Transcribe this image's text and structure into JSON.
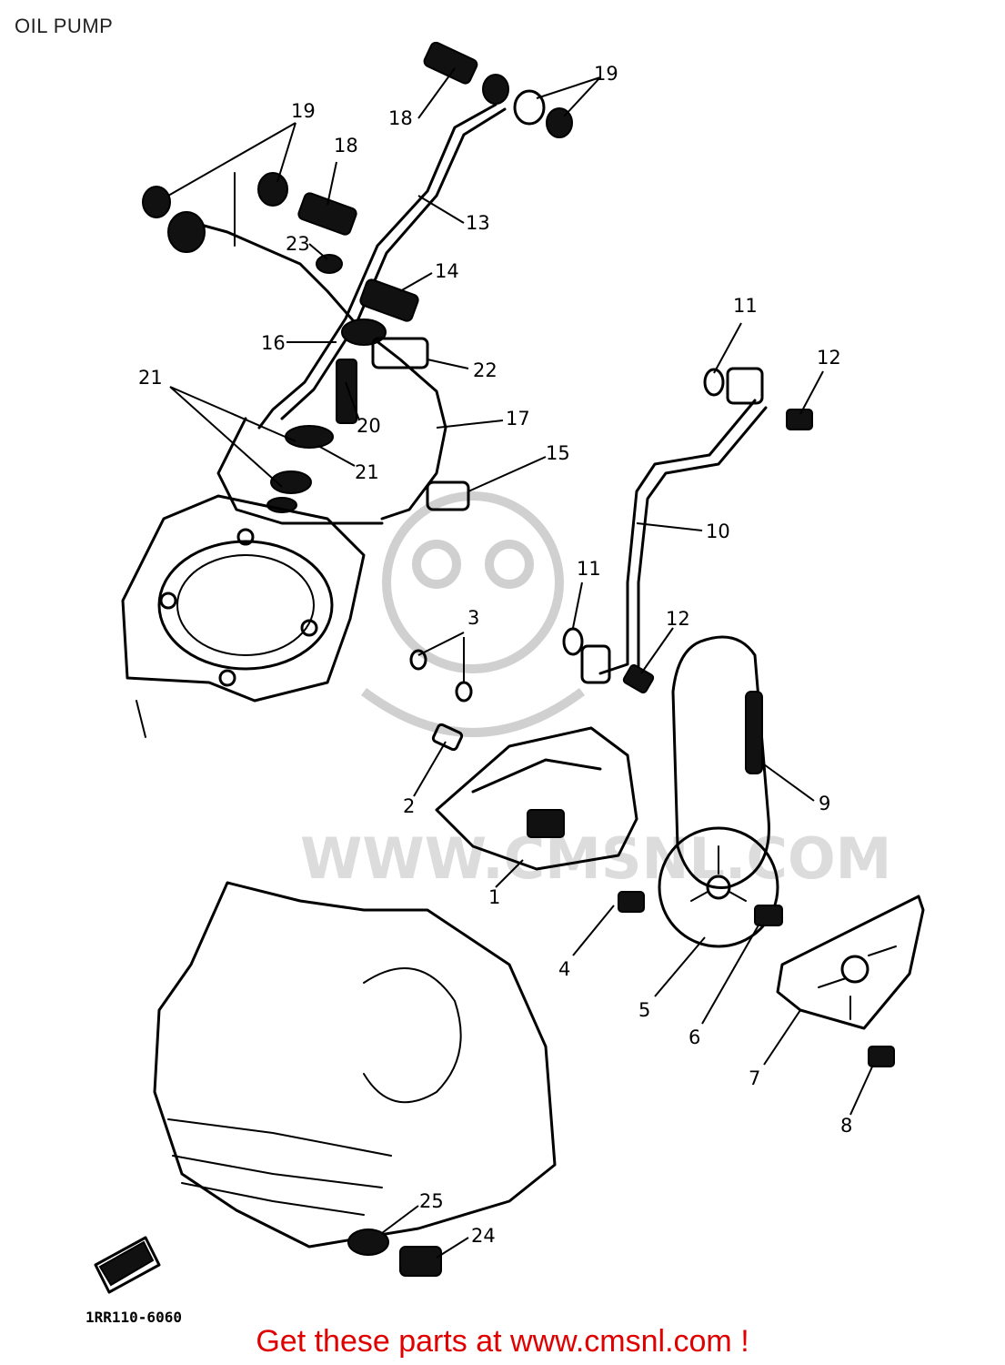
{
  "title": "OIL PUMP",
  "diagram_code": "1RR110-6060",
  "footer_text": "Get these parts at www.cmsnl.com !",
  "watermark_text": "WWW.CMSNL.COM",
  "callouts": [
    "1",
    "2",
    "3",
    "4",
    "5",
    "6",
    "7",
    "8",
    "9",
    "10",
    "11",
    "11",
    "12",
    "12",
    "13",
    "14",
    "15",
    "16",
    "17",
    "18",
    "18",
    "19",
    "19",
    "20",
    "21",
    "21",
    "22",
    "23",
    "24",
    "25"
  ],
  "colors": {
    "footer": "#e00000",
    "line": "#000000",
    "watermark": "#d0d0d0"
  }
}
